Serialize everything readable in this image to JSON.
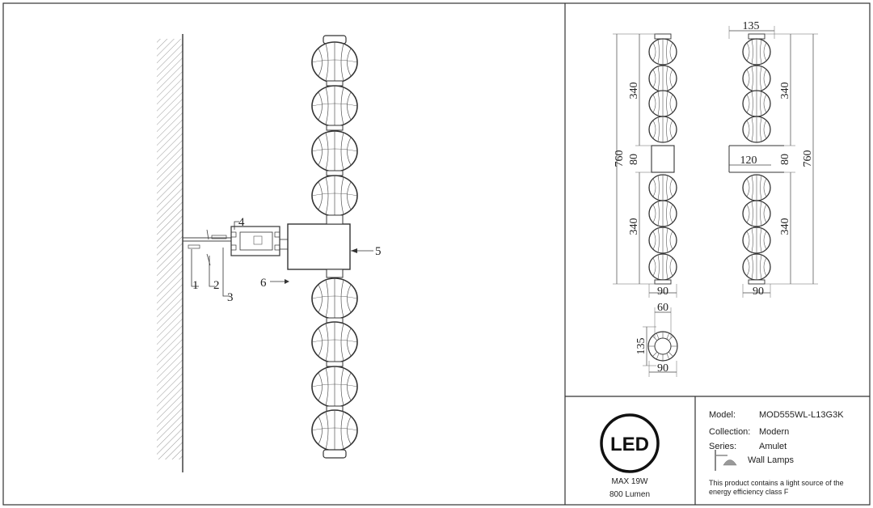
{
  "callouts": {
    "c1": "1",
    "c2": "2",
    "c3": "3",
    "c4": "4",
    "c5": "5",
    "c6": "6"
  },
  "dimensions": {
    "front_height": "760",
    "front_upper": "340",
    "front_mid": "80",
    "front_lower": "340",
    "front_width": "90",
    "side_top_width": "135",
    "side_upper": "340",
    "side_mid": "80",
    "side_height": "760",
    "side_bracket_width": "120",
    "side_lower": "340",
    "side_width": "90",
    "top_inner": "60",
    "top_height": "135",
    "top_width": "90"
  },
  "badge": {
    "logo_text": "LED",
    "power": "MAX 19W",
    "lumen": "800 Lumen"
  },
  "specs": {
    "model_key": "Model:",
    "model_val": "MOD555WL-L13G3K",
    "collection_key": "Collection:",
    "collection_val": "Modern",
    "series_key": "Series:",
    "series_val": "Amulet",
    "type_val": "Wall Lamps",
    "energy_note_1": "This product contains a light source of the",
    "energy_note_2": "energy efficiency class F",
    "type_icon": "wall-lamp-icon"
  }
}
